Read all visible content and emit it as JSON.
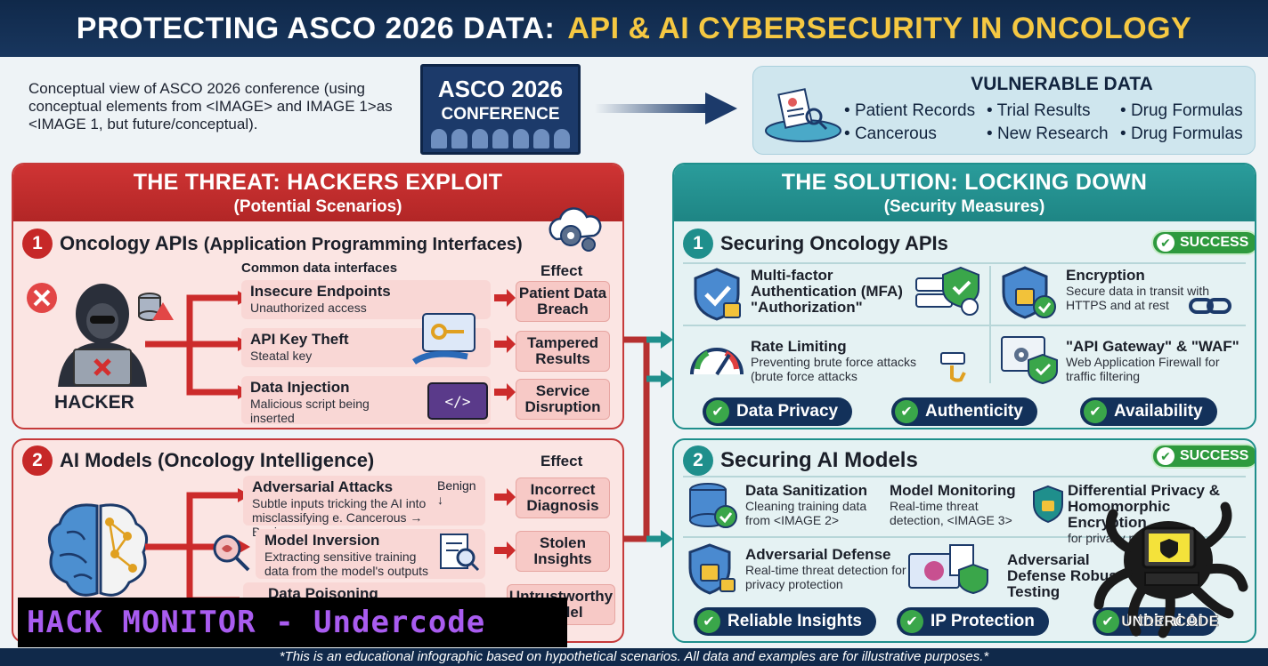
{
  "header": {
    "title_part1": "PROTECTING ASCO 2026 DATA:",
    "title_part2": "API & AI CYBERSECURITY IN ONCOLOGY"
  },
  "intro": {
    "text": "Conceptual view of ASCO 2026 conference (using conceptual elements from <IMAGE> and IMAGE 1>as <IMAGE 1, but future/conceptual)."
  },
  "conference": {
    "line1": "ASCO 2026",
    "line2": "CONFERENCE"
  },
  "vulnerable": {
    "title": "VULNERABLE DATA",
    "items": [
      "Patient Records",
      "Trial Results",
      "Drug Formulas",
      "Cancerous",
      "New Research",
      "Drug Formulas"
    ]
  },
  "threat": {
    "title": "THE THREAT: HACKERS EXPLOIT",
    "subtitle": "(Potential Scenarios)",
    "s1": {
      "num": "1",
      "title": "Oncology APIs",
      "title_paren": "(Application Programming Interfaces)",
      "interfaces_label": "Common data interfaces",
      "effect_label": "Effect",
      "hacker_label": "HACKER",
      "items": [
        {
          "title": "Insecure Endpoints",
          "desc": "Unauthorized access"
        },
        {
          "title": "API Key Theft",
          "desc": "Steatal key"
        },
        {
          "title": "Data Injection",
          "desc": "Malicious script being inserted"
        }
      ],
      "effects": [
        "Patient Data Breach",
        "Tampered Results",
        "Service Disruption"
      ]
    },
    "s2": {
      "num": "2",
      "title": "AI Models (Oncology Intelligence)",
      "effect_label": "Effect",
      "items": [
        {
          "title": "Adversarial Attacks",
          "desc": "Subtle inputs tricking the AI into misclassifying e. Cancerous → Benign",
          "note": "Benign ↓"
        },
        {
          "title": "Model Inversion",
          "desc": "Extracting sensitive training data from the model's outputs"
        },
        {
          "title": "Data Poisoning",
          "desc": ""
        }
      ],
      "effects": [
        "Incorrect Diagnosis",
        "Stolen Insights",
        "Untrustworthy Model"
      ]
    }
  },
  "solution": {
    "title": "THE SOLUTION: LOCKING DOWN",
    "subtitle": "(Security Measures)",
    "s1": {
      "num": "1",
      "title": "Securing Oncology APIs",
      "badge": "SUCCESS",
      "cards": [
        {
          "title": "Multi-factor Authentication (MFA) \"Authorization\"",
          "desc": ""
        },
        {
          "title": "Encryption",
          "desc": "Secure data in transit with HTTPS and at rest"
        },
        {
          "title": "Rate Limiting",
          "desc": "Preventing brute force attacks (brute force attacks"
        },
        {
          "title": "\"API Gateway\" & \"WAF\"",
          "desc": "Web Application Firewall for traffic filtering"
        }
      ],
      "pills": [
        "Data Privacy",
        "Authenticity",
        "Availability"
      ]
    },
    "s2": {
      "num": "2",
      "title": "Securing AI Models",
      "badge": "SUCCESS",
      "cards": [
        {
          "title": "Data Sanitization",
          "desc": "Cleaning training data from <IMAGE 2>"
        },
        {
          "title": "Model Monitoring",
          "desc": "Real-time threat detection, <IMAGE 3>"
        },
        {
          "title": "Differential Privacy & Homomorphic Encryption",
          "desc": "for privacy protection"
        },
        {
          "title": "Adversarial Defense",
          "desc": "Real-time threat detection for privacy protection"
        },
        {
          "title": "Adversarial Defense Robust Testing",
          "desc": ""
        }
      ],
      "pills": [
        "Reliable Insights",
        "IP Protection",
        "Ethical AI"
      ]
    }
  },
  "watermark": {
    "text": "HACK MONITOR - Undercode",
    "logo_text": "UNDERCODE"
  },
  "footer": {
    "text": "*This is an educational infographic based on hypothetical scenarios. All data and examples are for illustrative purposes.*"
  },
  "colors": {
    "navy": "#10294a",
    "gold": "#f5c842",
    "threat_red": "#c62828",
    "solution_teal": "#1f8f8c",
    "success_green": "#2e9a3e",
    "watermark_purple": "#a95cf0"
  },
  "icons": [
    "cloud-gear-icon",
    "hacker-icon",
    "database-icon",
    "warning-icon",
    "key-hand-icon",
    "code-window-icon",
    "brain-icon",
    "magnifier-icon",
    "shield-lock-icon",
    "speedometer-icon",
    "chain-icon",
    "robot-octopus-icon"
  ]
}
